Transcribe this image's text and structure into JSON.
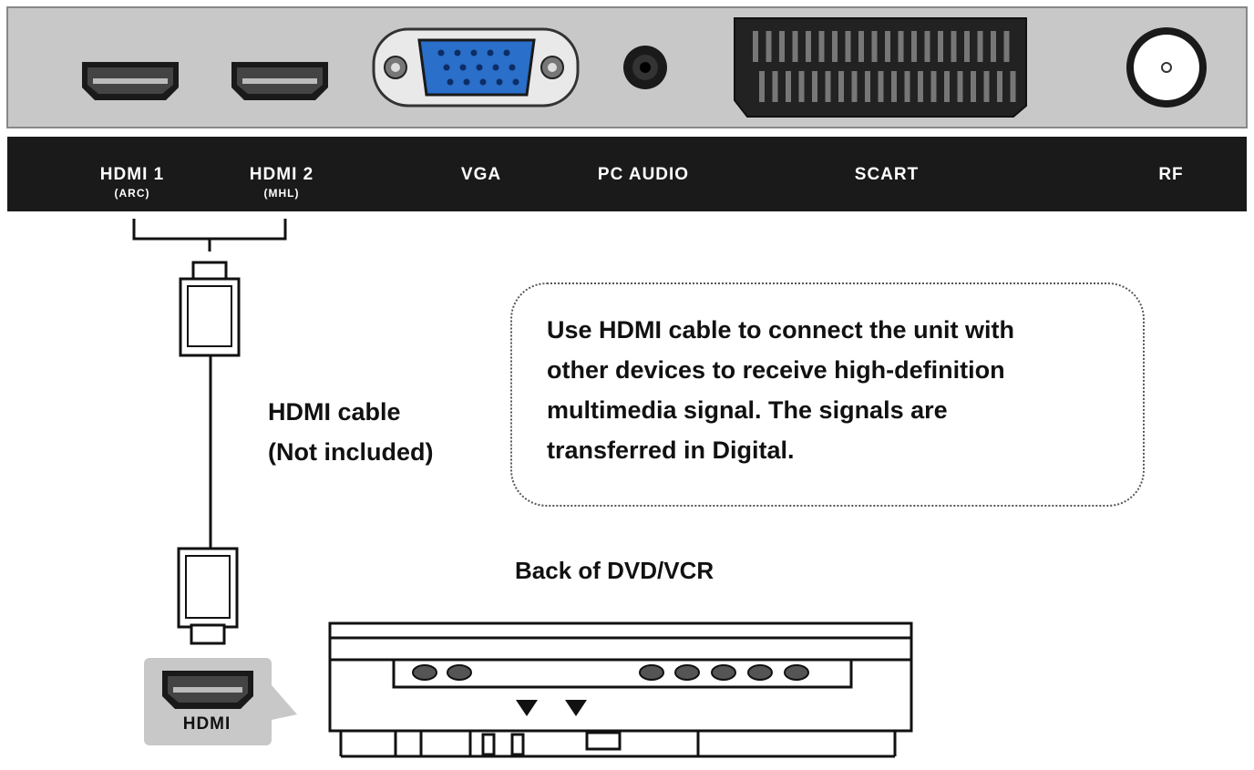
{
  "tv_panel": {
    "ports": [
      {
        "label": "HDMI 1",
        "sub": "(ARC)",
        "icon": "hdmi-port-icon"
      },
      {
        "label": "HDMI 2",
        "sub": "(MHL)",
        "icon": "hdmi-port-icon"
      },
      {
        "label": "VGA",
        "sub": "",
        "icon": "vga-port-icon"
      },
      {
        "label": "PC AUDIO",
        "sub": "",
        "icon": "audio-jack-icon"
      },
      {
        "label": "SCART",
        "sub": "",
        "icon": "scart-port-icon"
      },
      {
        "label": "RF",
        "sub": "",
        "icon": "rf-port-icon"
      }
    ]
  },
  "cable": {
    "line1": "HDMI cable",
    "line2": "(Not included)"
  },
  "callout": {
    "text": "Use HDMI cable to connect the unit with\nother devices to receive high-definition\nmultimedia signal. The signals are\ntransferred in Digital."
  },
  "dvd": {
    "title": "Back of DVD/VCR",
    "port_label": "HDMI"
  },
  "colors": {
    "panel_grey": "#c8c8c8",
    "label_bar": "#1a1a1a",
    "vga_blue": "#2a6fc9"
  }
}
